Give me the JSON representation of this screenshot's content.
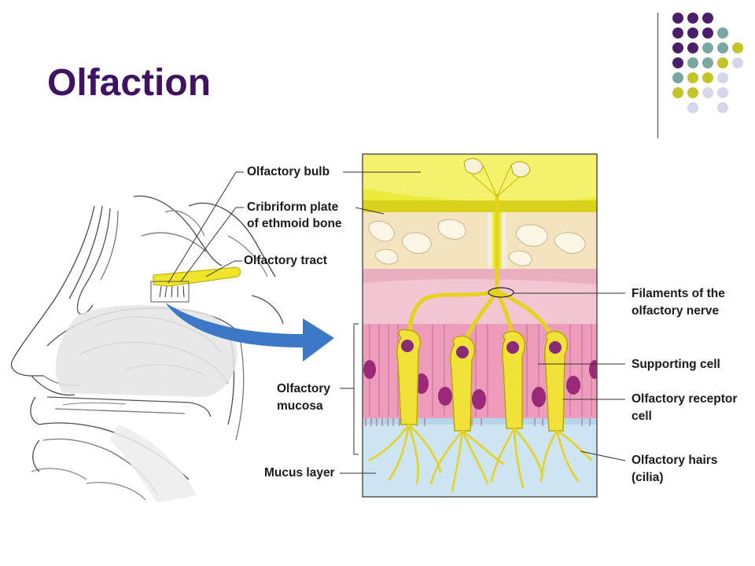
{
  "slide": {
    "title": "Olfaction"
  },
  "decoration": {
    "dot_colors": {
      "purple": "#4a1e6a",
      "teal": "#78a6a3",
      "olive": "#c2c42a",
      "lavender": "#d6d6ea"
    },
    "dot_grid": [
      [
        "purple",
        "purple",
        "purple",
        "",
        ""
      ],
      [
        "purple",
        "purple",
        "purple",
        "teal",
        ""
      ],
      [
        "purple",
        "purple",
        "teal",
        "teal",
        "olive"
      ],
      [
        "purple",
        "teal",
        "teal",
        "olive",
        "lavender"
      ],
      [
        "teal",
        "olive",
        "olive",
        "lavender",
        ""
      ],
      [
        "olive",
        "olive",
        "lavender",
        "lavender",
        ""
      ],
      [
        "",
        "lavender",
        "",
        "lavender",
        ""
      ]
    ]
  },
  "diagram": {
    "labels": {
      "olfactory_bulb": "Olfactory bulb",
      "cribriform_line1": "Cribriform plate",
      "cribriform_line2": "of ethmoid bone",
      "olfactory_tract": "Olfactory tract",
      "filaments_line1": "Filaments of the",
      "filaments_line2": "olfactory nerve",
      "supporting_cell": "Supporting cell",
      "receptor_line1": "Olfactory receptor",
      "receptor_line2": "cell",
      "hairs_line1": "Olfactory hairs",
      "hairs_line2": "(cilia)",
      "mucosa_line1": "Olfactory",
      "mucosa_line2": "mucosa",
      "mucus_layer": "Mucus layer"
    }
  }
}
